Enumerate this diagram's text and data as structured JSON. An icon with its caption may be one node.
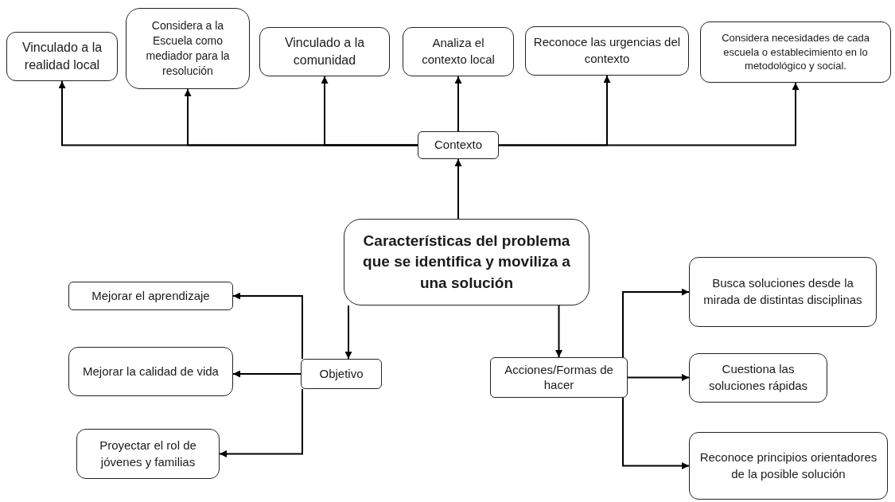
{
  "diagram": {
    "nodes": [
      {
        "text": [
          "Características del problema que se identifica y moviliza a una solución"
        ]
      },
      {
        "text": [
          "Contexto"
        ]
      },
      {
        "text": [
          "Objetivo"
        ]
      },
      {
        "text": [
          "Acciones/Formas de hacer"
        ]
      },
      {
        "text": [
          "Vinculado a la realidad local"
        ]
      },
      {
        "text": [
          "Considera a la Escuela como mediador para la resolución"
        ]
      },
      {
        "text": [
          "Vinculado a la comunidad"
        ]
      },
      {
        "text": [
          "Analiza el contexto local"
        ]
      },
      {
        "text": [
          "Reconoce las urgencias del contexto"
        ]
      },
      {
        "text": [
          "Considera necesidades de cada escuela o establecimiento en lo metodológico y social."
        ]
      },
      {
        "text": [
          "Mejorar el aprendizaje"
        ]
      },
      {
        "text": [
          "Mejorar la calidad de vida"
        ]
      },
      {
        "text": [
          "Proyectar el rol de jóvenes y familias"
        ]
      },
      {
        "text": [
          "Busca soluciones desde la mirada de distintas disciplinas"
        ]
      },
      {
        "text": [
          "Cuestiona las soluciones rápidas"
        ]
      },
      {
        "text": [
          "Reconoce principios orientadores de la posible solución"
        ]
      }
    ],
    "edges": [
      {
        "from": 0,
        "to": 1,
        "arrow": "to"
      },
      {
        "from": 1,
        "to": 4,
        "arrow": "to"
      },
      {
        "from": 1,
        "to": 5,
        "arrow": "to"
      },
      {
        "from": 1,
        "to": 6,
        "arrow": "to"
      },
      {
        "from": 1,
        "to": 7,
        "arrow": "to"
      },
      {
        "from": 1,
        "to": 8,
        "arrow": "to"
      },
      {
        "from": 1,
        "to": 9,
        "arrow": "to"
      },
      {
        "from": 0,
        "to": 2,
        "arrow": "to"
      },
      {
        "from": 0,
        "to": 3,
        "arrow": "to"
      },
      {
        "from": 2,
        "to": 10,
        "arrow": "to"
      },
      {
        "from": 2,
        "to": 11,
        "arrow": "to"
      },
      {
        "from": 2,
        "to": 12,
        "arrow": "to"
      },
      {
        "from": 3,
        "to": 13,
        "arrow": "to"
      },
      {
        "from": 3,
        "to": 14,
        "arrow": "to"
      },
      {
        "from": 3,
        "to": 15,
        "arrow": "to"
      }
    ]
  }
}
